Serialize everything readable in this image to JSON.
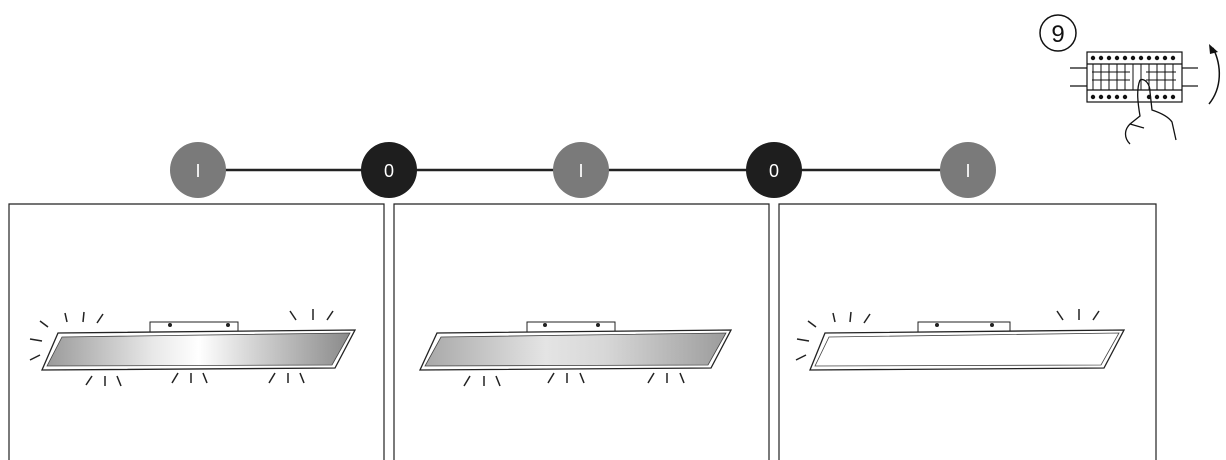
{
  "step": {
    "number": "9"
  },
  "sequence": [
    {
      "label": "I",
      "state": "on"
    },
    {
      "label": "0",
      "state": "off"
    },
    {
      "label": "I",
      "state": "on"
    },
    {
      "label": "0",
      "state": "off"
    },
    {
      "label": "I",
      "state": "on"
    }
  ],
  "panels": [
    {
      "lamp": "lamp-flashing-bright",
      "light": "flashing"
    },
    {
      "lamp": "lamp-flashing",
      "light": "flashing"
    },
    {
      "lamp": "lamp-off-flashing-ends",
      "light": "ends-only"
    }
  ],
  "colors": {
    "on_circle": "#7a7a7a",
    "off_circle": "#1e1e1e",
    "line": "#222222",
    "lamp_light": "#d9d9d9",
    "lamp_dark": "#8f8f8f"
  }
}
